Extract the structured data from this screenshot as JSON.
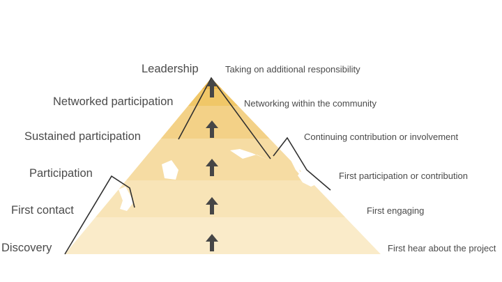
{
  "diagram": {
    "stages": [
      {
        "name": "Leadership",
        "description": "Taking on additional responsibility"
      },
      {
        "name": "Networked participation",
        "description": "Networking within the community"
      },
      {
        "name": "Sustained participation",
        "description": "Continuing contribution or involvement"
      },
      {
        "name": "Participation",
        "description": "First participation or contribution"
      },
      {
        "name": "First contact",
        "description": "First engaging"
      },
      {
        "name": "Discovery",
        "description": "First hear about the project"
      }
    ],
    "colors": {
      "band_leadership": "#ebb64c",
      "band_networked": "#f0c768",
      "band_sustained": "#f3d187",
      "band_participation": "#f6dca3",
      "band_first_contact": "#f8e4b7",
      "band_discovery": "#faebc9",
      "arrow": "#464646",
      "mountain_line": "#2f2f2f",
      "text": "#4a4a4a"
    },
    "arrow_icon": "up-arrow-icon"
  }
}
